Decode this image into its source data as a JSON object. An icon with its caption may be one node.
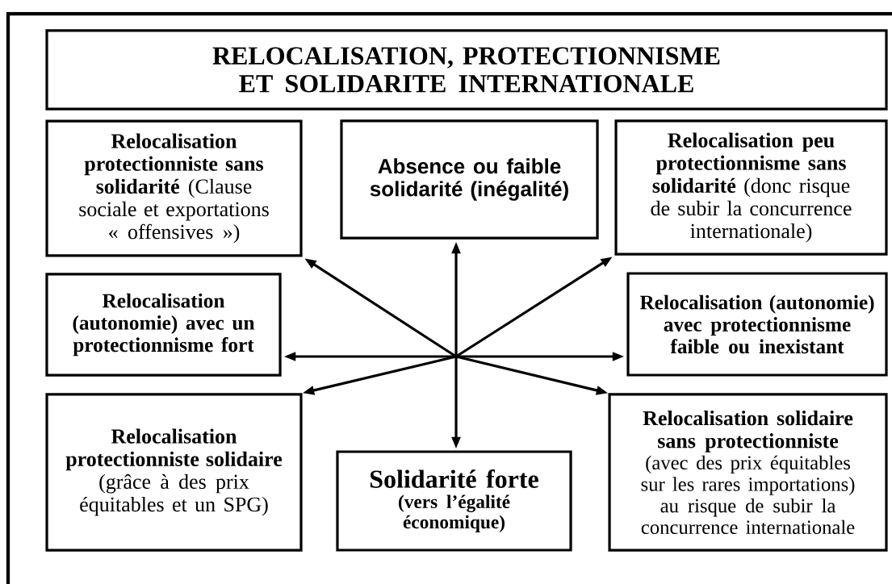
{
  "diagram": {
    "nodes": [
      {
        "text": [
          "RELOCALISATION, PROTECTIONNISME ET SOLIDARITE INTERNATIONALE"
        ]
      },
      {
        "text": [
          "**Relocalisation protectionniste sans solidarité** (Clause sociale et exportations « offensives »)"
        ]
      },
      {
        "text": [
          "Absence ou faible solidarité (inégalité)"
        ]
      },
      {
        "text": [
          "**Relocalisation peu protectionnisme sans solidarité** (donc risque de subir la concurrence internationale)"
        ]
      },
      {
        "text": [
          "Relocalisation (autonomie) avec un protectionnisme fort"
        ]
      },
      {
        "text": [
          "Relocalisation (autonomie) avec protectionnisme faible ou inexistant"
        ]
      },
      {
        "text": [
          "Relocalisation protectionniste solidaire",
          "(grâce à des prix équitables et un SPG)"
        ]
      },
      {
        "text": [
          "Solidarité forte",
          "(vers l’égalité économique)"
        ]
      },
      {
        "text": [
          "Relocalisation solidaire sans protectionniste",
          "(avec des prix équitables sur les rares importations) au risque de subir la concurrence internationale"
        ]
      }
    ],
    "edges": [
      {
        "from": null,
        "to": 2,
        "arrow": "to"
      },
      {
        "from": null,
        "to": 7,
        "arrow": "to"
      },
      {
        "from": null,
        "to": 4,
        "arrow": "to"
      },
      {
        "from": null,
        "to": 5,
        "arrow": "to"
      },
      {
        "from": null,
        "to": 1,
        "arrow": "to"
      },
      {
        "from": null,
        "to": 3,
        "arrow": "to"
      },
      {
        "from": null,
        "to": 6,
        "arrow": "to"
      },
      {
        "from": null,
        "to": 8,
        "arrow": "to"
      }
    ]
  }
}
